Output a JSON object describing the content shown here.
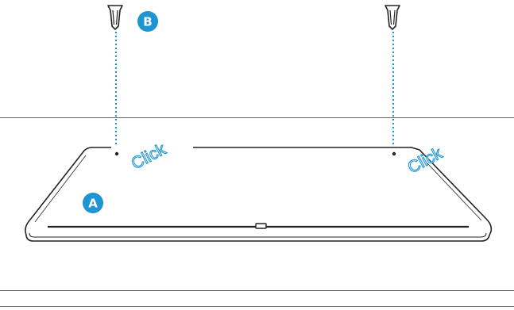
{
  "diagram": {
    "callouts": [
      {
        "id": "A",
        "label": "A",
        "target": "keyboard-dock"
      },
      {
        "id": "B",
        "label": "B",
        "target": "tablet-clips"
      }
    ],
    "click_labels": [
      "Click",
      "Click"
    ],
    "colors": {
      "accent": "#1f94d2",
      "outline": "#222222",
      "rule": "#666666",
      "dotted_guide": "#1f94d2",
      "background": "#ffffff"
    },
    "icons": [
      "clip-pin-icon",
      "clip-pin-icon",
      "dock-connector-icon"
    ]
  }
}
